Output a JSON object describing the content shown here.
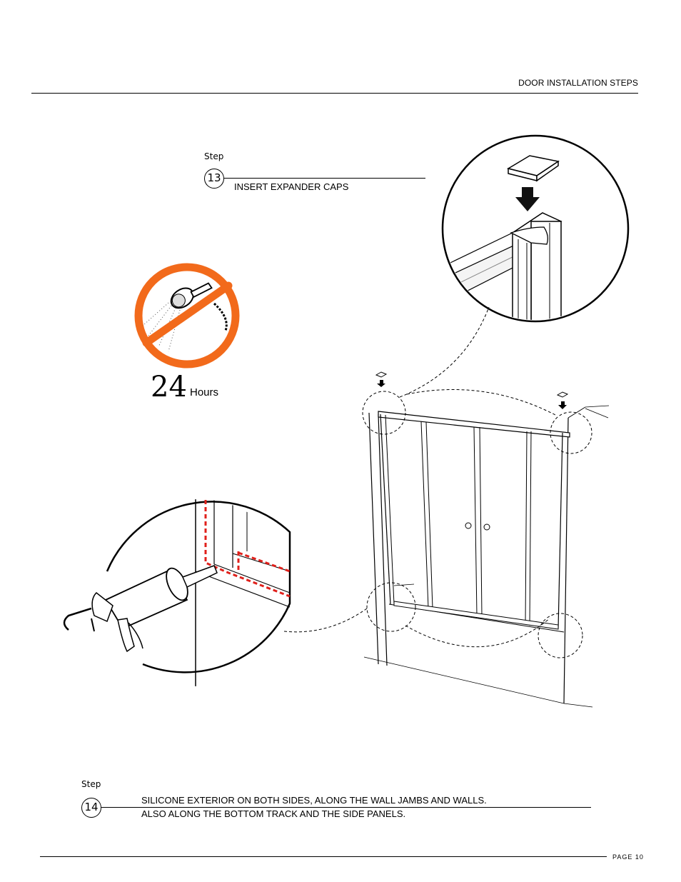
{
  "header": {
    "title": "DOOR INSTALLATION STEPS"
  },
  "step13": {
    "label": "Step",
    "number": "13",
    "instruction": "INSERT EXPANDER CAPS"
  },
  "cure": {
    "number": "24",
    "unit": "Hours"
  },
  "step14": {
    "label": "Step",
    "number": "14",
    "line1": "SILICONE EXTERIOR ON BOTH SIDES, ALONG THE WALL JAMBS AND WALLS.",
    "line2": "ALSO ALONG THE BOTTOM TRACK AND THE SIDE PANELS."
  },
  "footer": {
    "page": "PAGE 10"
  },
  "colors": {
    "no_water_sign": "#F26A1B",
    "silicone_bead": "#E0201B"
  },
  "icons": [
    "no-shower-icon",
    "caulk-gun-icon",
    "expander-cap-icon",
    "down-arrow-icon"
  ]
}
